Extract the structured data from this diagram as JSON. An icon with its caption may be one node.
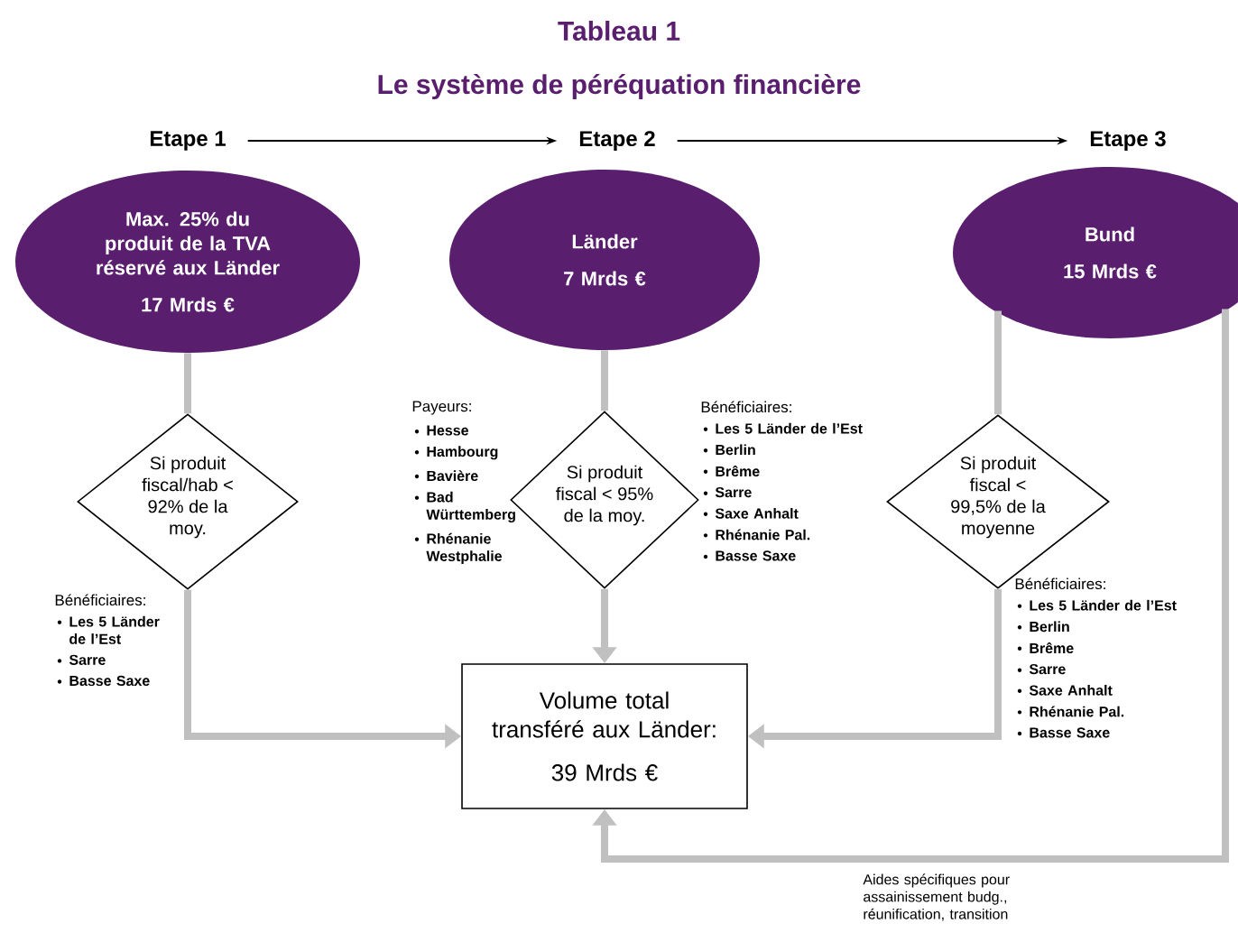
{
  "diagram": {
    "title": "Le système de péréquation financière",
    "nodes": [
      {
        "text": [
          "Etape 1"
        ]
      },
      {
        "text": [
          "Etape 2"
        ]
      },
      {
        "text": [
          "Etape 3"
        ]
      },
      {
        "text": [
          "Max. 25% du produit de la TVA réservé aux Länder",
          "17 Mrds €"
        ]
      },
      {
        "text": [
          "Länder",
          "7 Mrds €"
        ]
      },
      {
        "text": [
          "Bund",
          "15 Mrds €"
        ]
      },
      {
        "text": [
          "Si produit fiscal/hab < 92% de la moy."
        ]
      },
      {
        "text": [
          "Si produit fiscal < 95% de la moy."
        ]
      },
      {
        "text": [
          "Si produit fiscal < 99,5% de la moyenne"
        ]
      },
      {
        "text": [
          "Volume total transféré aux Länder:",
          "39 Mrds €"
        ]
      }
    ],
    "edges": [
      {
        "from": 0,
        "to": 1,
        "arrow": "to",
        "color": "#000000"
      },
      {
        "from": 1,
        "to": 2,
        "arrow": "to",
        "color": "#000000"
      },
      {
        "from": 3,
        "to": 6,
        "arrow": "none"
      },
      {
        "from": 6,
        "to": 9,
        "arrow": "to"
      },
      {
        "from": 4,
        "to": 7,
        "arrow": "none"
      },
      {
        "from": 7,
        "to": 9,
        "arrow": "to"
      },
      {
        "from": 5,
        "to": 8,
        "arrow": "none"
      },
      {
        "from": 8,
        "to": 9,
        "arrow": "to"
      },
      {
        "from": 5,
        "to": 9,
        "arrow": "to",
        "label": "Aides spécifiques pour assainissement budg., réunification,  transition"
      }
    ],
    "labels": [
      "Tableau 1",
      "Payeurs:",
      "Hesse",
      "Hambourg",
      "Bavière",
      "Bad Württemberg",
      "Rhénanie Westphalie",
      "Bénéficiaires:",
      "Les 5 Länder de l’Est",
      "Berlin",
      "Brême",
      "Sarre",
      "Saxe Anhalt",
      "Rhénanie Pal.",
      "Basse Saxe",
      "Bénéficiaires:",
      "Les 5 Länder de l’Est",
      "Sarre",
      "Basse Saxe",
      "Bénéficiaires:",
      "Les 5 Länder de l’Est",
      "Berlin",
      "Brême",
      "Sarre",
      "Saxe Anhalt",
      "Rhénanie Pal.",
      "Basse Saxe"
    ]
  }
}
